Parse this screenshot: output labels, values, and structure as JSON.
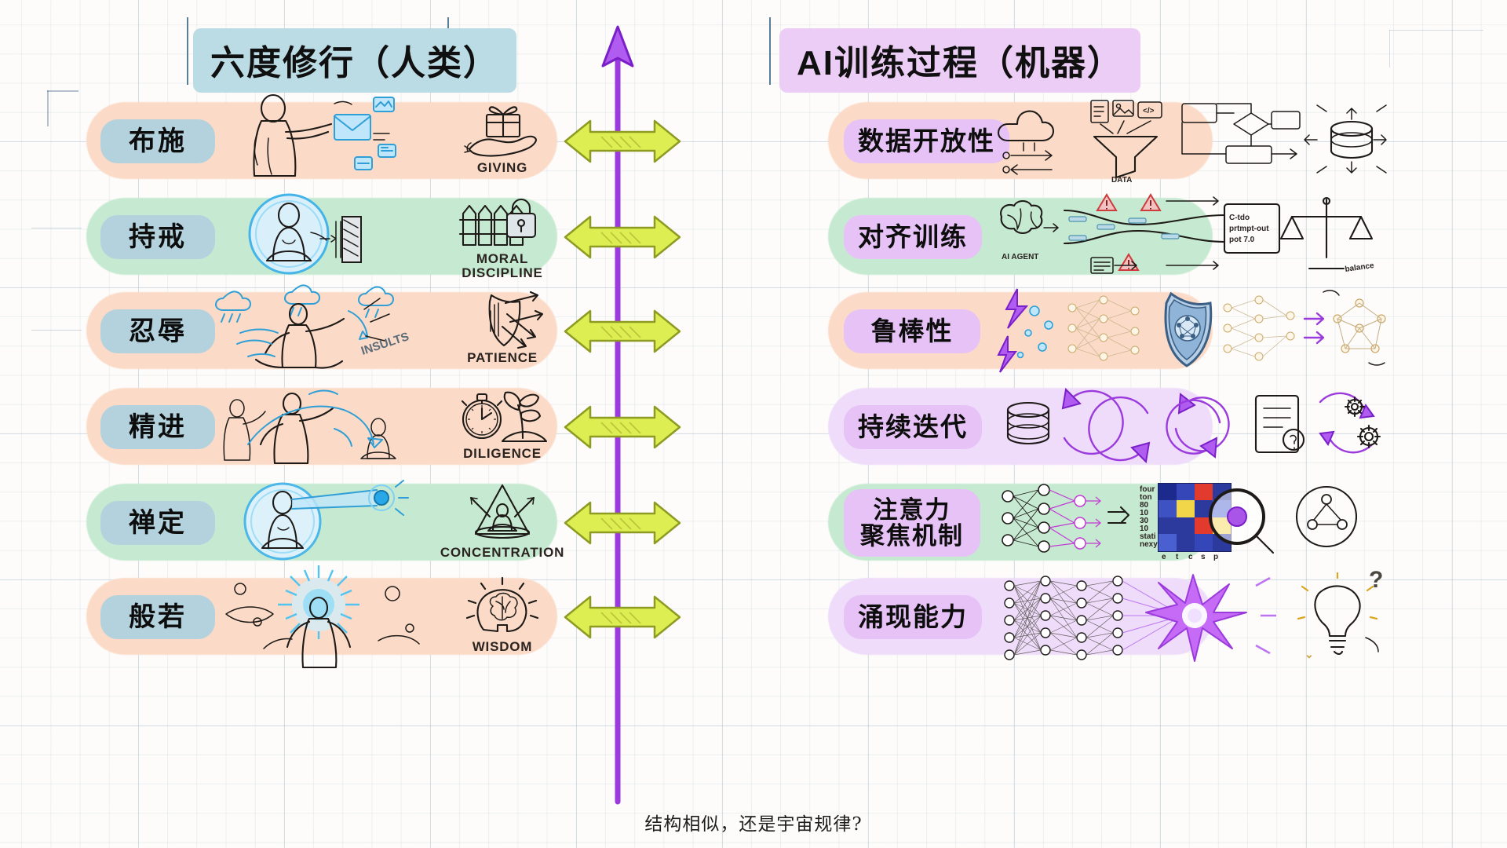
{
  "headers": {
    "left_title": "六度修行（人类）",
    "right_title": "AI训练过程（机器）",
    "left_title_bg": "#bcdce5",
    "right_title_bg": "#eccdf5"
  },
  "footer": {
    "caption": "结构相似，还是宇宙规律?"
  },
  "palette": {
    "band_peach": "#fbdbc8",
    "band_green": "#c6ead1",
    "band_purple": "#eedcfa",
    "left_pill": "#b3d2dd",
    "right_pill": "#e6c2f6",
    "arrow_fill": "#ddee52",
    "arrow_stroke": "#9aa827",
    "axis_purple": "#9b3bdd",
    "accent_blue": "#2f9fd6"
  },
  "rows": [
    {
      "left_label": "布施",
      "mid_caption": "GIVING",
      "mid_icon": "gift-in-hand-icon",
      "right_label": "数据开放性",
      "left_band_color": "#fbdbc8",
      "right_band_color": "#fbdbc8",
      "left_art": "monk-offering-with-email-icons",
      "right_art": "cloud-data-funnel-flowchart-database",
      "right_art_caption": "DATA"
    },
    {
      "left_label": "持戒",
      "mid_caption": "MORAL DISCIPLINE",
      "mid_icon": "fence-and-lock-icon",
      "right_label": "对齐训练",
      "left_band_color": "#c6ead1",
      "right_band_color": "#c6ead1",
      "left_art": "meditating-monk-in-bubble-boundary",
      "right_art": "ai-agent-brain-guardrails-scales",
      "right_art_caption": "AI AGENT"
    },
    {
      "left_label": "忍辱",
      "mid_caption": "PATIENCE",
      "mid_icon": "shield-with-arrows-icon",
      "right_label": "鲁棒性",
      "left_band_color": "#fbdbc8",
      "right_band_color": "#fbdbc8",
      "left_art": "martial-artist-in-storm-insults",
      "right_art": "adversarial-noise-network-shield",
      "right_art_caption": "INSULTS"
    },
    {
      "left_label": "精进",
      "mid_caption": "DILIGENCE",
      "mid_icon": "stopwatch-and-sprout-icon",
      "right_label": "持续迭代",
      "left_band_color": "#fbdbc8",
      "right_band_color": "#eedcfa",
      "left_art": "training-progression-figures",
      "right_art": "database-refresh-loop-gears",
      "right_art_caption": ""
    },
    {
      "left_label": "禅定",
      "mid_caption": "CONCENTRATION",
      "mid_icon": "meditator-in-light-cone-icon",
      "right_label": "注意力\n聚焦机制",
      "left_band_color": "#c6ead1",
      "right_band_color": "#c6ead1",
      "left_art": "monk-focus-beam-single-point",
      "right_art": "neural-net-attention-heatmap-magnifier",
      "right_art_caption": ""
    },
    {
      "left_label": "般若",
      "mid_caption": "WISDOM",
      "mid_icon": "head-with-brain-rays-icon",
      "right_label": "涌现能力",
      "left_band_color": "#fbdbc8",
      "right_band_color": "#eedcfa",
      "left_art": "enlightened-figure-cosmic-radiance",
      "right_art": "deep-network-emergent-burst-bulb",
      "right_art_caption": ""
    }
  ]
}
